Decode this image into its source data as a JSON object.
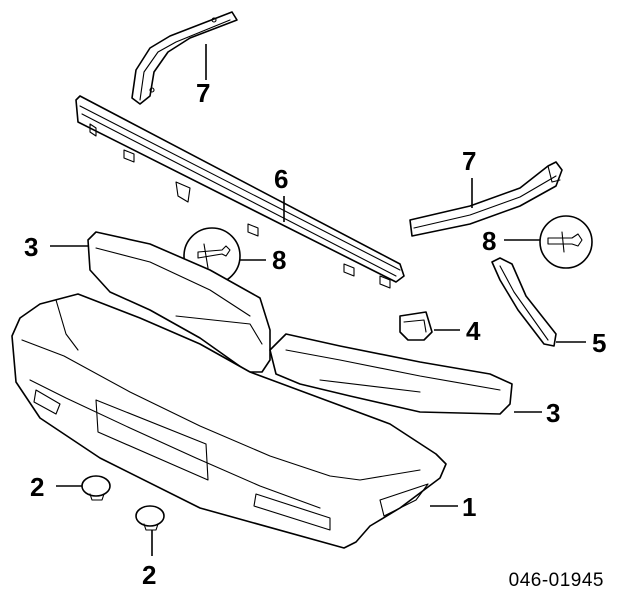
{
  "diagram": {
    "callouts": {
      "c1": "1",
      "c2a": "2",
      "c2b": "2",
      "c3a": "3",
      "c3b": "3",
      "c4": "4",
      "c5": "5",
      "c6": "6",
      "c7a": "7",
      "c7b": "7",
      "c8a": "8",
      "c8b": "8"
    },
    "document_number": "046-01945"
  }
}
